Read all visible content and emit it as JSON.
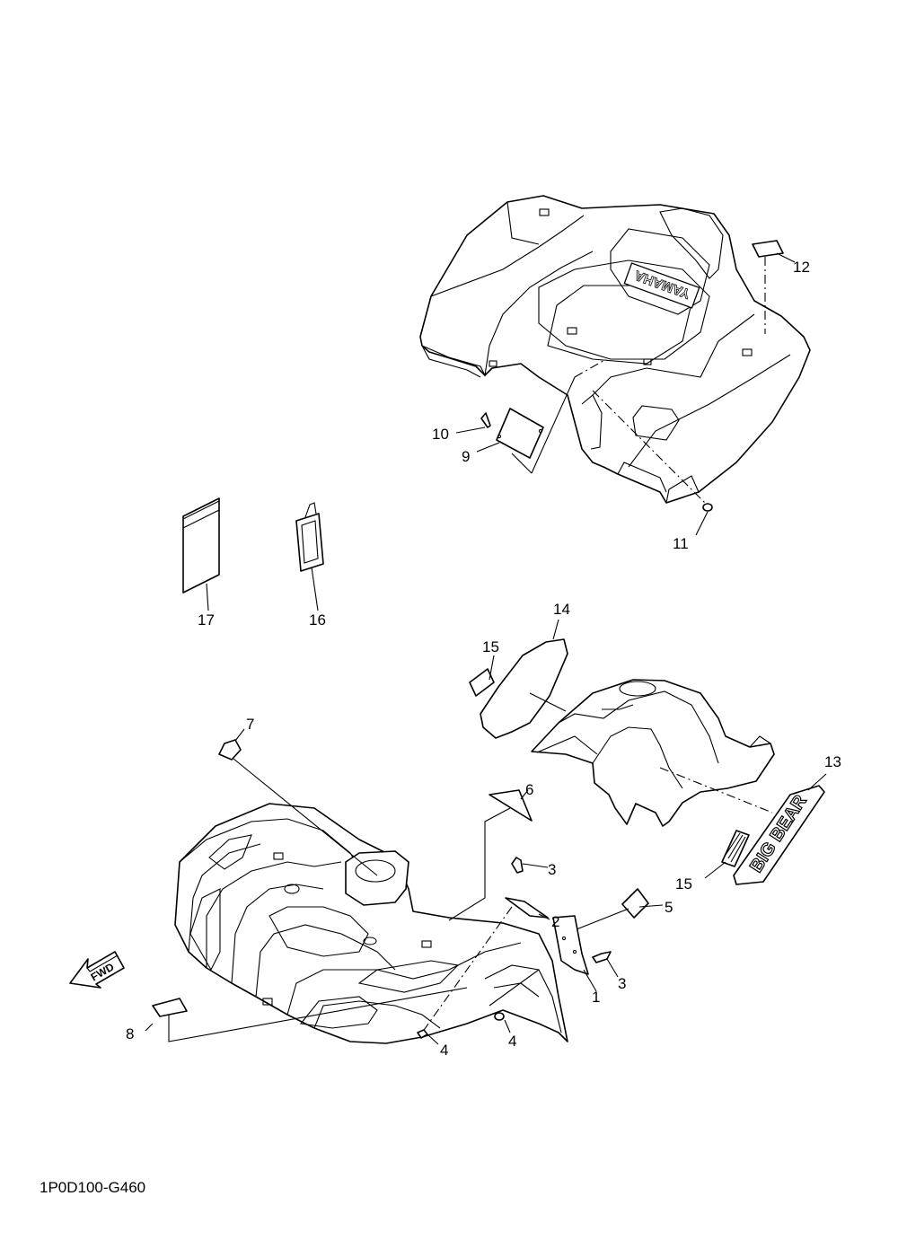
{
  "diagram": {
    "callouts": [
      "1",
      "2",
      "3",
      "3",
      "4",
      "4",
      "5",
      "6",
      "7",
      "8",
      "9",
      "10",
      "11",
      "12",
      "13",
      "14",
      "15",
      "15",
      "16",
      "17"
    ],
    "fwd_label": "FWD",
    "logo_rear": "YAMAHA",
    "logo_decal": "BIG BEAR",
    "part_code": "1P0D100-G460"
  }
}
